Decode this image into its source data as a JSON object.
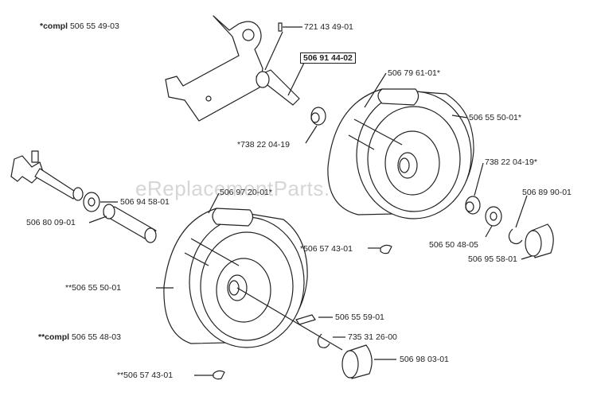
{
  "watermark": "eReplacementParts.com",
  "labels": {
    "compl_top_prefix": "*compl",
    "compl_top_num": "506 55 49-03",
    "p_721_43_49_01": "721 43 49-01",
    "p_506_91_44_02": "506 91 44-02",
    "p_506_79_61_01": "506 79 61-01*",
    "p_738_22_04_19_a": "*738 22 04-19",
    "p_506_55_50_01_a": "506 55 50-01*",
    "p_738_22_04_19_b": "738 22 04-19*",
    "p_506_89_90_01": "506 89 90-01",
    "p_506_97_20_01": "506 97 20-01*",
    "p_506_94_58_01": "506 94 58-01",
    "p_506_80_09_01": "506 80 09-01",
    "p_506_50_48_05": "506 50 48-05",
    "p_506_95_58_01": "506 95 58-01",
    "p_506_57_43_01_a": "*506 57 43-01",
    "p_506_55_50_01_b": "**506 55 50-01",
    "p_506_55_59_01": "506 55 59-01",
    "p_735_31_26_00": "735 31 26-00",
    "compl_bottom_prefix": "**compl",
    "compl_bottom_num": "506 55 48-03",
    "p_506_98_03_01": "506 98 03-01",
    "p_506_57_43_01_b": "**506 57 43-01"
  }
}
